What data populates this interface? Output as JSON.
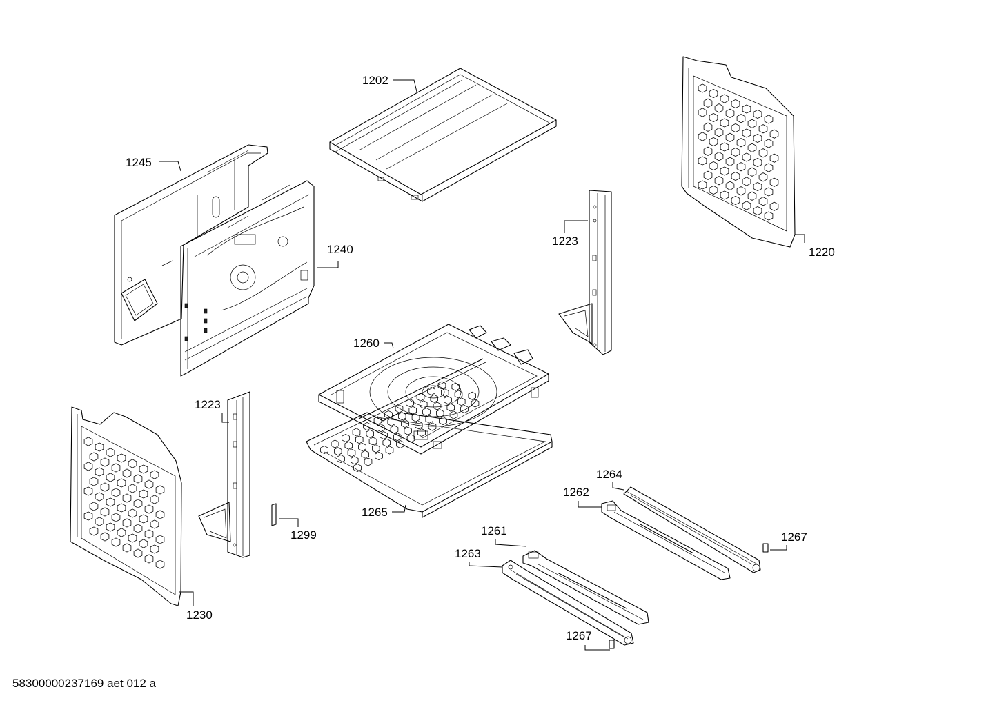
{
  "diagram": {
    "part_labels": {
      "p1202": "1202",
      "p1245": "1245",
      "p1240": "1240",
      "p1223a": "1223",
      "p1220": "1220",
      "p1260": "1260",
      "p1223b": "1223",
      "p1299": "1299",
      "p1265": "1265",
      "p1230": "1230",
      "p1264": "1264",
      "p1262": "1262",
      "p1267a": "1267",
      "p1261": "1261",
      "p1263": "1263",
      "p1267b": "1267"
    }
  },
  "footer": {
    "document_id": "58300000237169 aet 012 a"
  }
}
